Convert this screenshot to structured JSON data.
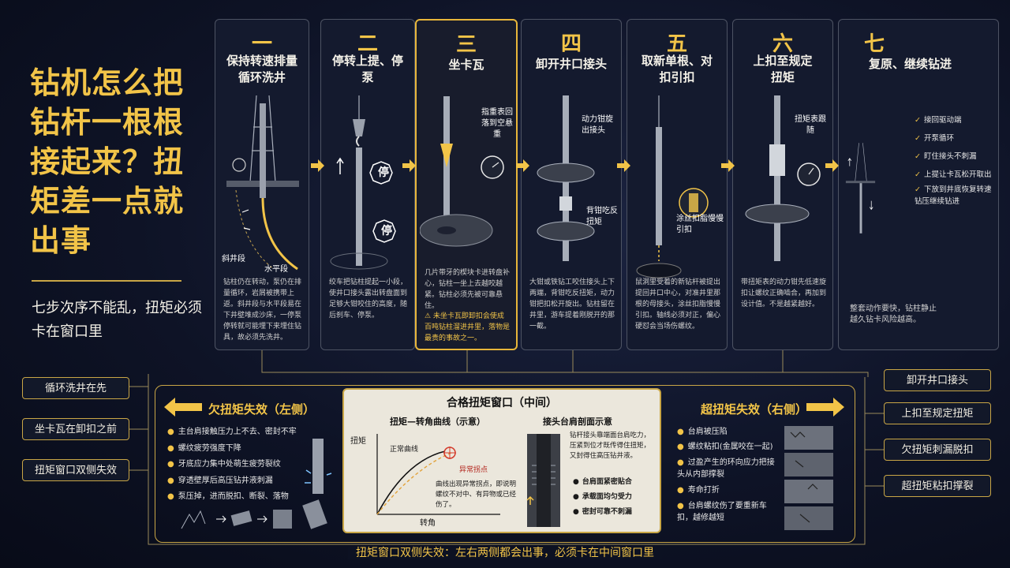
{
  "title": "钻机怎么把钻杆一根根接起来？扭矩差一点就出事",
  "subtitle": "七步次序不能乱，扭矩必须卡在窗口里",
  "steps": [
    {
      "num": "一",
      "title": "保持转速排量循环洗井",
      "desc": "钻柱仍在转动，泵仍在排量循环，岩屑被携带上返。斜井段与水平段易在下井壁堆成沙床，一停泵停转就可能埋下来埋住钻具，故必须先洗井。",
      "labels": {
        "a": "斜井段",
        "b": "水平段"
      }
    },
    {
      "num": "二",
      "title": "停转上提、停泵",
      "desc": "绞车把钻柱提起一小段，使井口接头露出转盘面到足够大钳咬住的高度，随后刹车、停泵。",
      "labels": {
        "a": "停",
        "b": "停"
      }
    },
    {
      "num": "三",
      "title": "坐卡瓦",
      "desc": "几片带牙的楔块卡进转盘补心，钻柱一坐上去越咬越紧。钻柱必须先被可靠悬住。",
      "warn": "⚠ 未坐卡瓦即卸扣会使成百吨钻柱溜进井里，落物是最贵的事故之一。",
      "labels": {
        "a": "指重表回落到空悬重"
      }
    },
    {
      "num": "四",
      "title": "卸开井口接头",
      "desc": "大钳或铁钻工咬住接头上下两端，背钳吃反扭矩，动力钳把扣松开旋出。钻柱留在井里，游车提着刚脱开的那一截。",
      "labels": {
        "a": "动力钳旋出接头",
        "b": "背钳吃反扭矩"
      }
    },
    {
      "num": "五",
      "title": "取新单根、对扣引扣",
      "desc": "鼠洞里受着的新钻杆被提出提回井口中心，对准井里那根的母接头，涂丝扣脂慢慢引扣。轴线必须对正，偏心硬怼会当场伤螺纹。",
      "labels": {
        "a": "涂丝扣脂慢慢引扣"
      }
    },
    {
      "num": "六",
      "title": "上扣至规定扭矩",
      "desc": "带扭矩表的动力钳先低速旋扣让螺纹正确啮合，再加到设计值。不是越紧越好。",
      "labels": {
        "a": "扭矩表跟随"
      }
    },
    {
      "num": "七",
      "title": "复原、继续钻进",
      "desc": "整套动作要快，钻柱静止越久钻卡风险越高。",
      "checks": [
        "接回驱动端",
        "开泵循环",
        "盯住接头不刺漏",
        "上提让卡瓦松开取出",
        "下放到井底恢复转速钻压继续钻进"
      ]
    }
  ],
  "tags_left": [
    "循环洗井在先",
    "坐卡瓦在卸扣之前",
    "扭矩窗口双侧失效"
  ],
  "tags_right": [
    "卸开井口接头",
    "上扣至规定扭矩",
    "欠扭矩刺漏脱扣",
    "超扭矩粘扣撑裂"
  ],
  "under": {
    "title": "欠扭矩失效（左侧）",
    "items": [
      "主台肩接触压力上不去、密封不牢",
      "螺纹疲劳强度下降",
      "牙底应力集中处萌生疲劳裂纹",
      "穿透壁厚后高压钻井液刺漏",
      "泵压掉，进而脱扣、断裂、落物"
    ]
  },
  "over": {
    "title": "超扭矩失效（右侧）",
    "items": [
      "台肩被压陷",
      "螺纹粘扣(金属咬在一起)",
      "过盈产生的环向应力把接头从内部撑裂",
      "寿命打折",
      "台肩螺纹伤了要重新车扣，越修越短"
    ]
  },
  "center": {
    "title": "合格扭矩窗口（中间）",
    "curve": {
      "title": "扭矩—转角曲线（示意）",
      "ylabel": "扭矩",
      "xlabel": "转角",
      "normal": "正常曲线",
      "abnormal": "异常拐点",
      "note": "曲线出现异常拐点，即说明螺纹不对中、有异物或已经伤了。"
    },
    "joint": {
      "title": "接头台肩剖面示意",
      "note": "钻杆接头靠端面台肩吃力，压紧到位才既传得住扭矩，又封得住高压钻井液。",
      "points": [
        "台肩面紧密贴合",
        "承载面均匀受力",
        "密封可靠不刺漏"
      ]
    }
  },
  "footer": "扭矩窗口双侧失效：左右两侧都会出事，必须卡在中间窗口里"
}
